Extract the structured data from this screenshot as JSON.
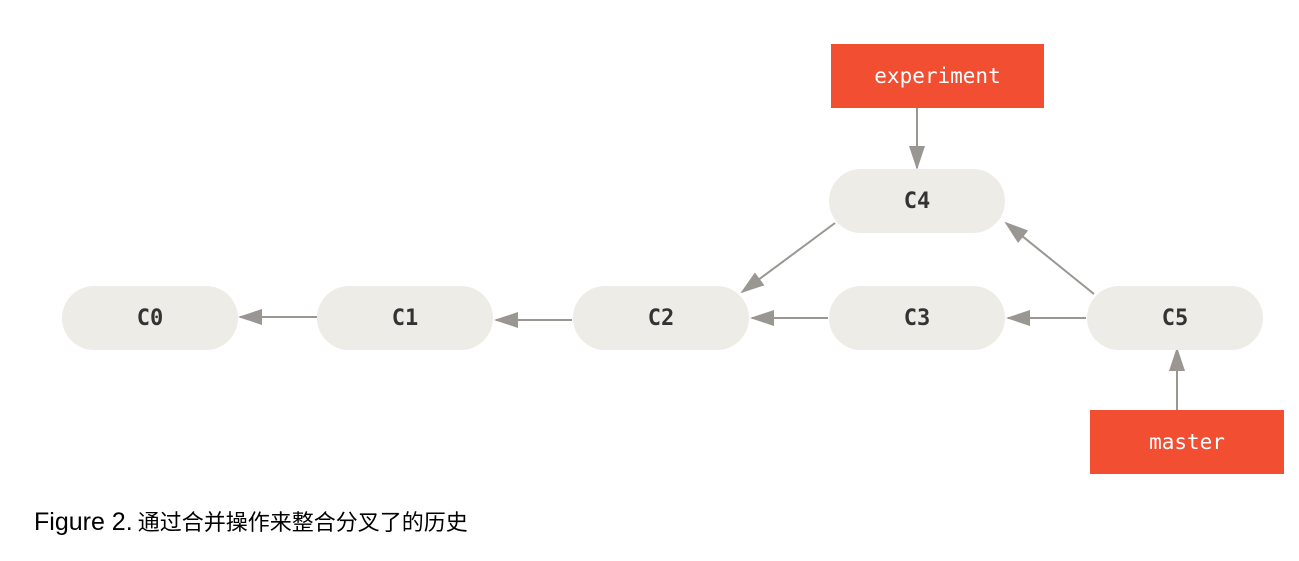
{
  "colors": {
    "node_fill": "#eeece6",
    "node_text": "#333333",
    "branch_fill": "#f14e32",
    "branch_text": "#ffffff",
    "arrow": "#9a9793"
  },
  "commits": [
    {
      "id": "C0",
      "label": "C0"
    },
    {
      "id": "C1",
      "label": "C1"
    },
    {
      "id": "C2",
      "label": "C2"
    },
    {
      "id": "C3",
      "label": "C3"
    },
    {
      "id": "C4",
      "label": "C4"
    },
    {
      "id": "C5",
      "label": "C5"
    }
  ],
  "branches": [
    {
      "id": "experiment",
      "label": "experiment",
      "target": "C4"
    },
    {
      "id": "master",
      "label": "master",
      "target": "C5"
    }
  ],
  "edges": [
    {
      "from": "C1",
      "to": "C0"
    },
    {
      "from": "C2",
      "to": "C1"
    },
    {
      "from": "C3",
      "to": "C2"
    },
    {
      "from": "C4",
      "to": "C2"
    },
    {
      "from": "C5",
      "to": "C3"
    },
    {
      "from": "C5",
      "to": "C4"
    }
  ],
  "caption": {
    "label": "Figure 2.",
    "text": "通过合并操作来整合分叉了的历史"
  }
}
